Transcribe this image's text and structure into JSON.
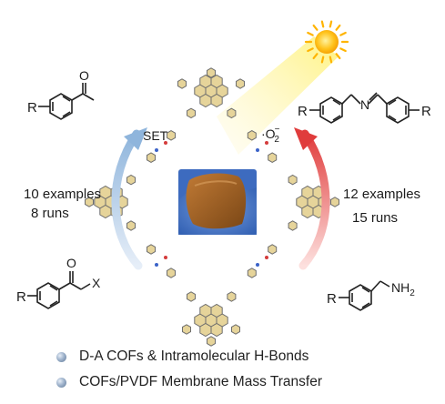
{
  "left": {
    "product_substituent": "R",
    "product_carbonyl_atom": "O",
    "reactant_substituent": "R",
    "reactant_carbonyl_atom": "O",
    "reactant_leaving_group": "X",
    "mechanism_label": "SET",
    "examples": "10 examples",
    "runs": "8 runs"
  },
  "right": {
    "product_substituent_left": "R",
    "product_imine_atom": "N",
    "product_substituent_right": "R",
    "reactant_substituent": "R",
    "reactant_amine_group": "NH",
    "reactant_amine_subscript": "2",
    "radical_label": "·O",
    "radical_superscript": "−",
    "radical_subscript": "2",
    "examples": "12 examples",
    "runs": "15 runs"
  },
  "bullets": [
    {
      "text": "D-A COFs & Intramolecular H-Bonds"
    },
    {
      "text": "COFs/PVDF Membrane Mass Transfer"
    }
  ],
  "colors": {
    "left_arrow": "#a9c8e6",
    "right_arrow": "#e84c4c",
    "sun": "#ffc21a",
    "light_beam": "#fff2a8",
    "cof_ring": "#e6d49a",
    "cof_bond": "#6e6e6e",
    "glove": "#4a77c9",
    "membrane": "#a2652a"
  }
}
